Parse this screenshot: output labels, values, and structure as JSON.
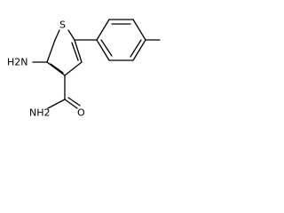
{
  "molecule": {
    "labels": {
      "sulfur": "S",
      "amino": "H2N",
      "amide_nitrogen": "NH2",
      "amide_oxygen": "O"
    }
  }
}
